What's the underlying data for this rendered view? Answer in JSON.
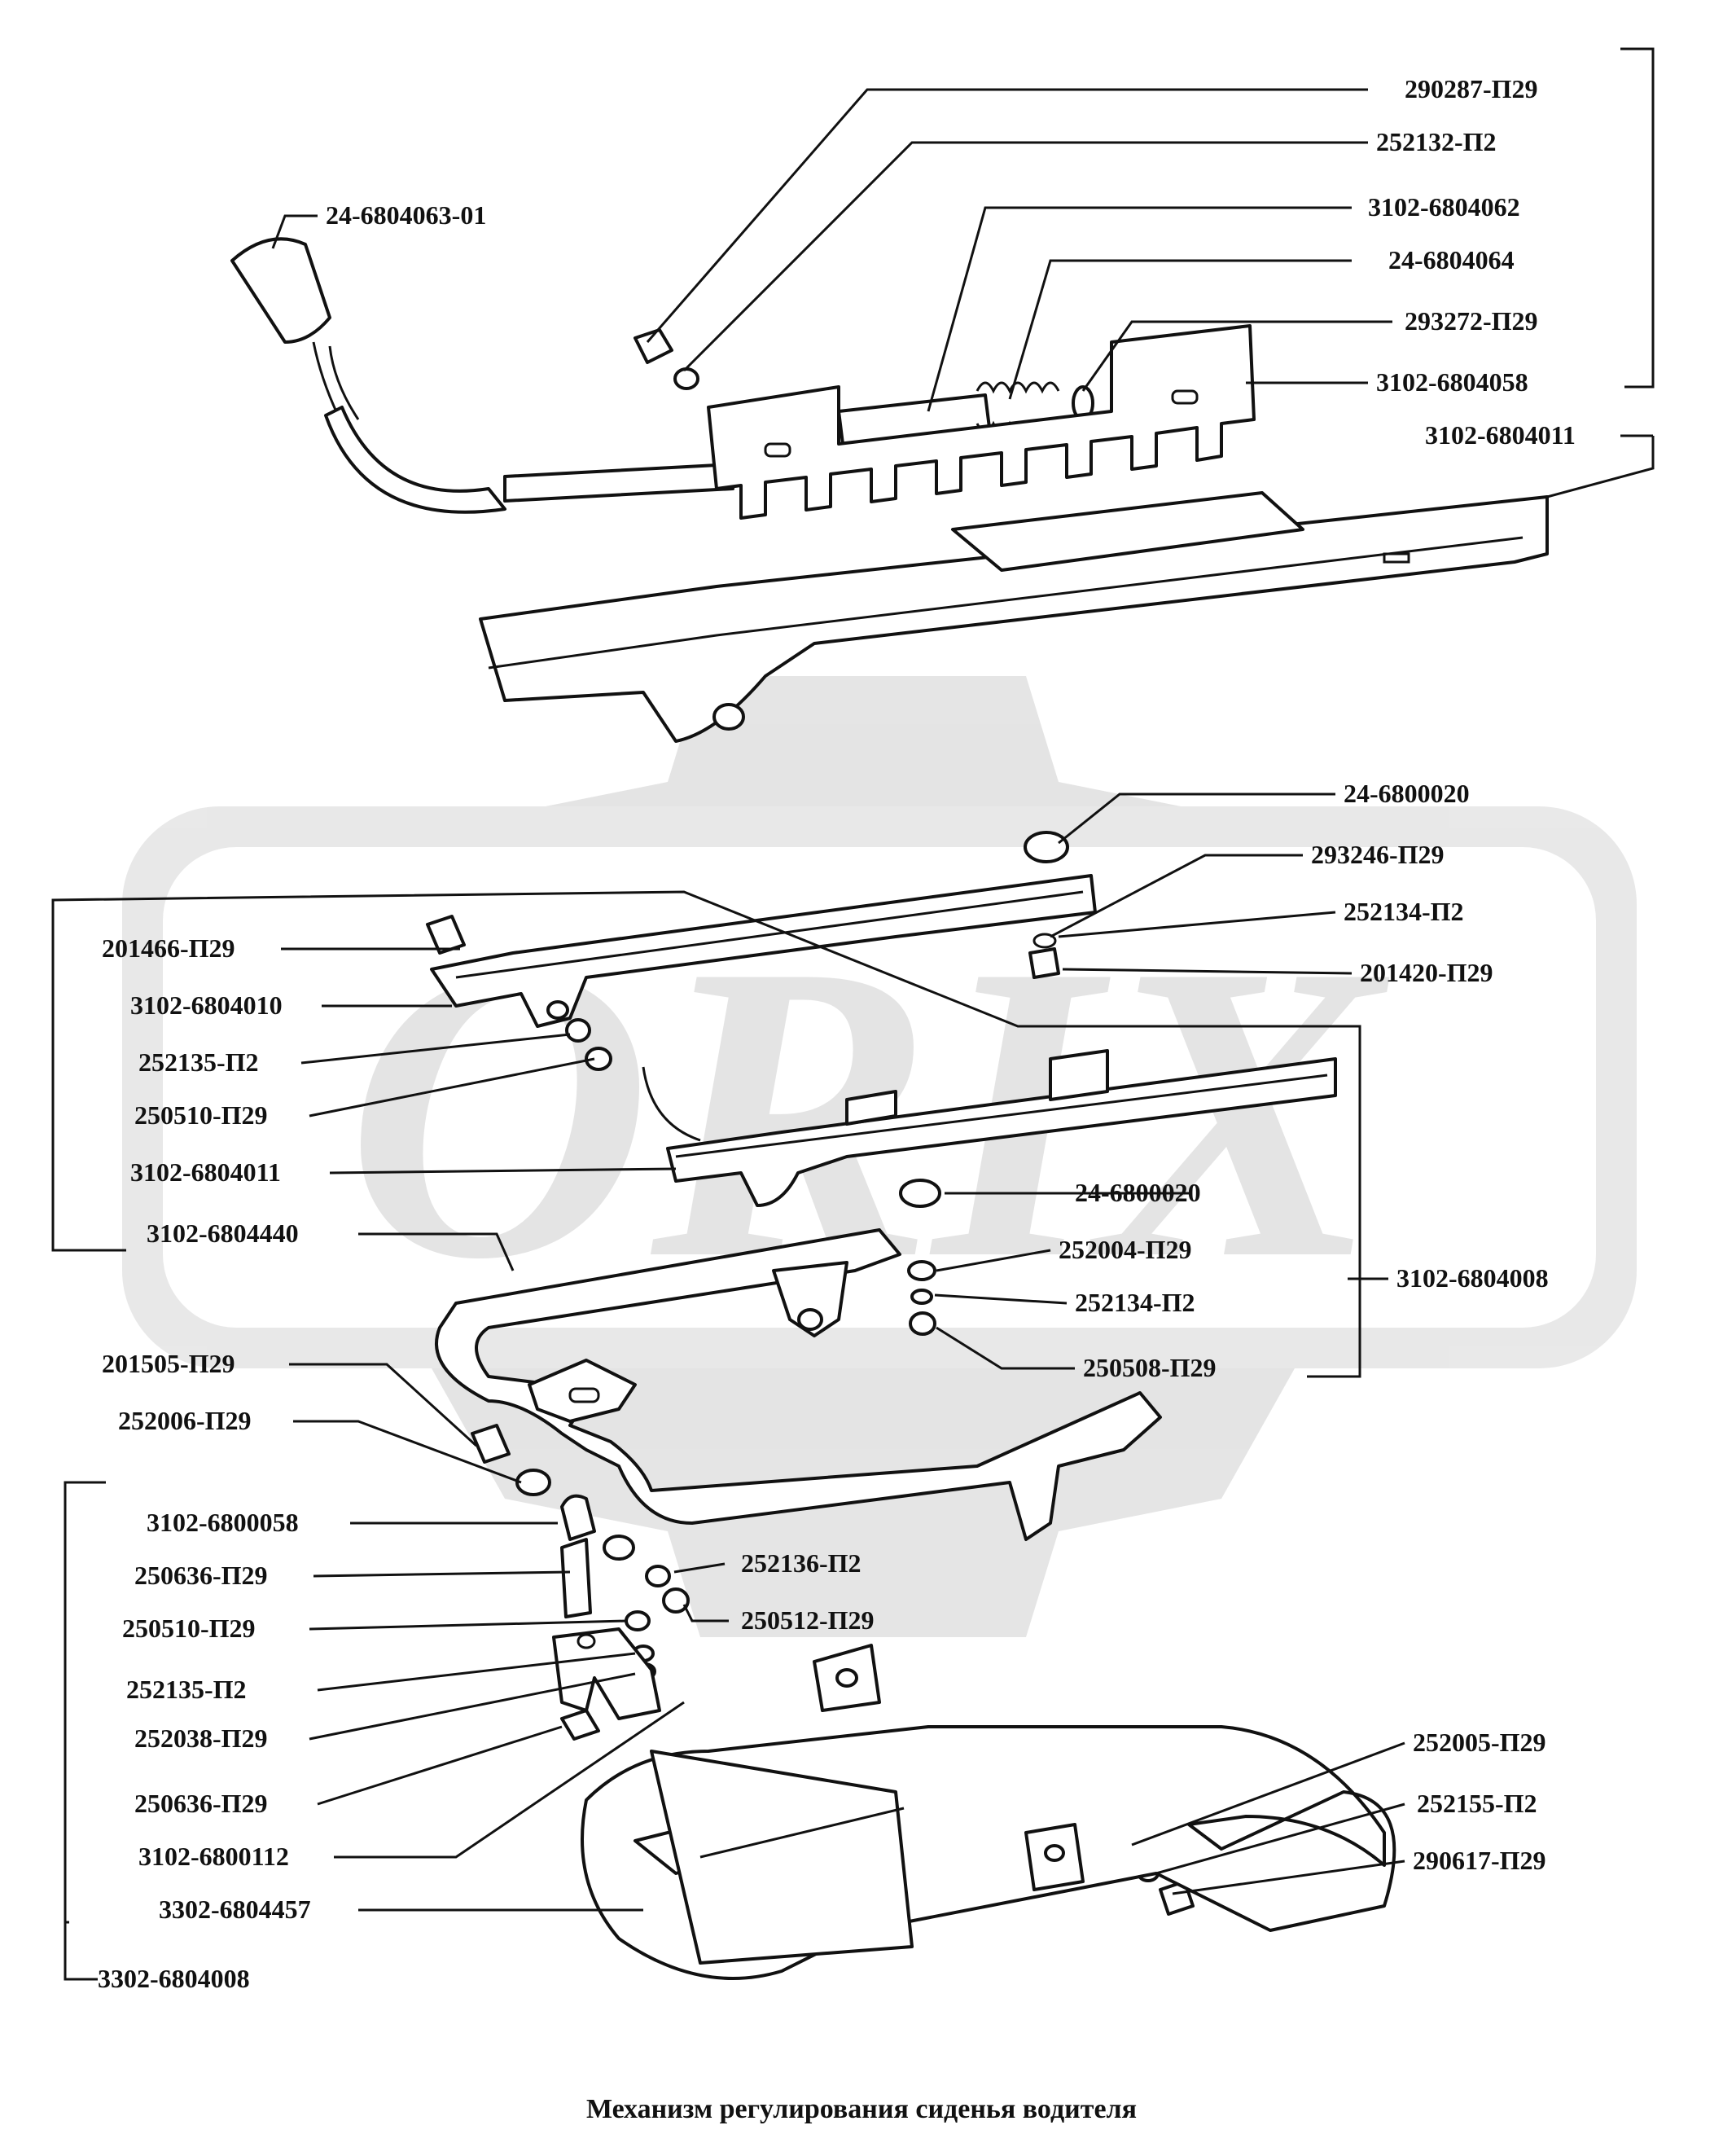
{
  "caption": "Механизм регулирования сиденья водителя",
  "watermark": "ORIX",
  "labels": {
    "l01": "290287-П29",
    "l02": "252132-П2",
    "l03": "3102-6804062",
    "l04": "24-6804064",
    "l05": "293272-П29",
    "l06": "3102-6804058",
    "l07": "3102-6804011",
    "l08": "24-6804063-01",
    "l09": "24-6800020",
    "l10": "293246-П29",
    "l11": "252134-П2",
    "l12": "201420-П29",
    "l13": "201466-П29",
    "l14": "3102-6804010",
    "l15": "252135-П2",
    "l16": "250510-П29",
    "l17": "3102-6804011",
    "l18": "24-6800020",
    "l19": "3102-6804440",
    "l20": "252004-П29",
    "l21": "252134-П2",
    "l22": "250508-П29",
    "l23": "3102-6804008",
    "l24": "201505-П29",
    "l25": "252006-П29",
    "l26": "3102-6800058",
    "l27": "250636-П29",
    "l28": "252136-П2",
    "l29": "250512-П29",
    "l30": "250510-П29",
    "l31": "252135-П2",
    "l32": "252038-П29",
    "l33": "250636-П29",
    "l34": "3102-6800112",
    "l35": "3302-6804457",
    "l36": "3302-6804008",
    "l37": "252005-П29",
    "l38": "252155-П2",
    "l39": "290617-П29"
  }
}
